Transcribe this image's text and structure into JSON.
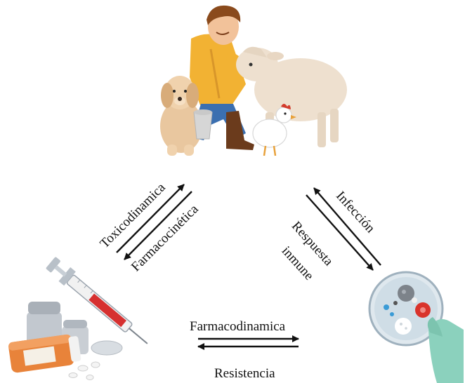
{
  "labels": {
    "toxicodynamics": "Toxicodinamica",
    "pharmacokinetics": "Farmacocinética",
    "infection": "Infección",
    "immune_response_line1": "Respuesta",
    "immune_response_line2": "inmune",
    "pharmacodynamics": "Farmacodinamica",
    "resistance": "Resistencia"
  },
  "icons": {
    "top": "farmer-with-animals-icon",
    "bottom_left": "medication-and-syringe-icon",
    "bottom_right": "petri-dish-microbes-icon"
  }
}
